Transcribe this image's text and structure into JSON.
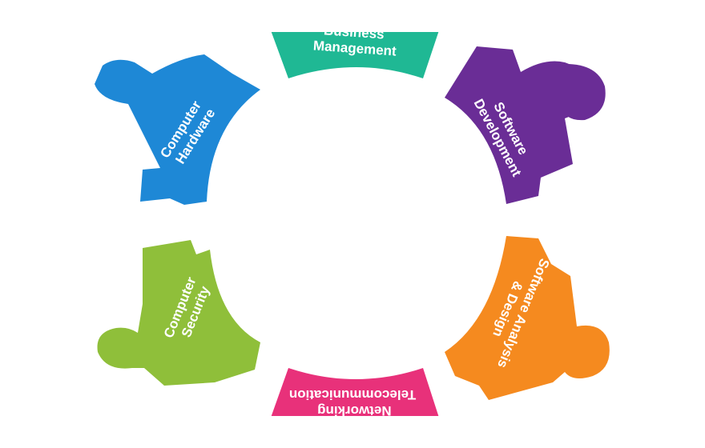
{
  "colors": {
    "blue": "#1e88d6",
    "teal": "#1fb894",
    "purple": "#6a2d96",
    "orange": "#f58a1f",
    "pink": "#e8317a",
    "green": "#8fbf3a"
  },
  "segments": [
    {
      "id": "business",
      "lines": [
        "Business",
        "Management"
      ],
      "color_key": "teal",
      "icon": "puzzle-person-icon"
    },
    {
      "id": "software-dev",
      "lines": [
        "Software",
        "Development"
      ],
      "color_key": "purple",
      "icon": "person-icon"
    },
    {
      "id": "software-analysis",
      "lines": [
        "Software Analysis",
        "& Design"
      ],
      "color_key": "orange",
      "icon": "person-icon"
    },
    {
      "id": "networking",
      "lines": [
        "Networking",
        "Telecommunication"
      ],
      "color_key": "pink",
      "icon": "puzzle-person-icon"
    },
    {
      "id": "computer-security",
      "lines": [
        "Computer",
        "Security"
      ],
      "color_key": "green",
      "icon": "person-icon"
    },
    {
      "id": "computer-hardware",
      "lines": [
        "Computer",
        "Hardware"
      ],
      "color_key": "blue",
      "icon": "person-icon"
    }
  ]
}
